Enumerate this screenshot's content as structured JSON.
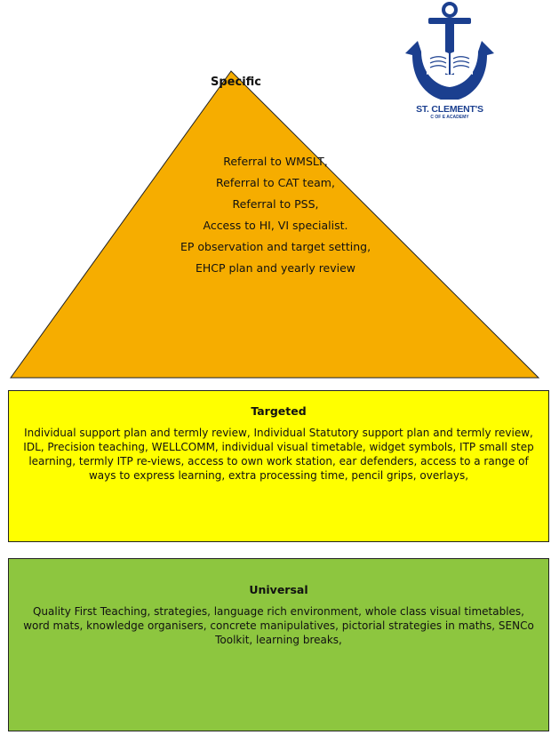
{
  "logo": {
    "name": "ST. CLEMENT'S",
    "subtitle": "C OF E ACADEMY",
    "colors": {
      "navy": "#1b3f8f",
      "white": "#ffffff"
    }
  },
  "pyramid": {
    "title": "Specific",
    "fill": "#f6ad00",
    "items": [
      "Referral to WMSLT,",
      "Referral to CAT team,",
      "Referral to PSS,",
      "Access to HI, VI specialist.",
      "EP observation and target setting,",
      "EHCP plan and yearly review"
    ]
  },
  "targeted": {
    "title": "Targeted",
    "fill": "#ffff00",
    "body": "Individual support plan and termly review, Individual Statutory support plan and termly review, IDL, Precision teaching, WELLCOMM, individual visual timetable, widget symbols, ITP small step learning, termly ITP re-views, access to own work station, ear defenders, access to a range of ways to express learning, extra processing time, pencil grips, overlays,"
  },
  "universal": {
    "title": "Universal",
    "fill": "#8dc63f",
    "body": "Quality First Teaching, strategies, language rich environment, whole class visual timetables, word mats, knowledge organisers, concrete manipulatives, pictorial strategies in maths, SENCo Toolkit, learning breaks,"
  }
}
